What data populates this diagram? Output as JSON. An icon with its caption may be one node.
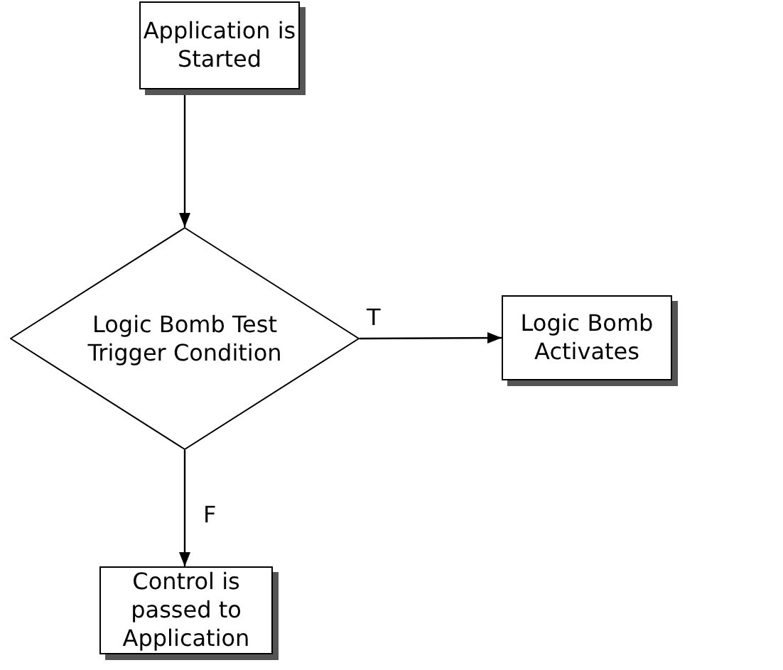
{
  "diagram": {
    "nodes": [
      {
        "text": [
          "Application is Started"
        ]
      },
      {
        "text": [
          "Logic Bomb Test Trigger Condition"
        ]
      },
      {
        "text": [
          "Logic Bomb Activates"
        ]
      },
      {
        "text": [
          "Control is passed to Application"
        ]
      }
    ],
    "edges": [
      {
        "from": 0,
        "to": 1,
        "arrow": "to"
      },
      {
        "from": 1,
        "to": 2,
        "arrow": "to",
        "label": "T"
      },
      {
        "from": 1,
        "to": 3,
        "arrow": "to",
        "label": "F"
      }
    ]
  }
}
